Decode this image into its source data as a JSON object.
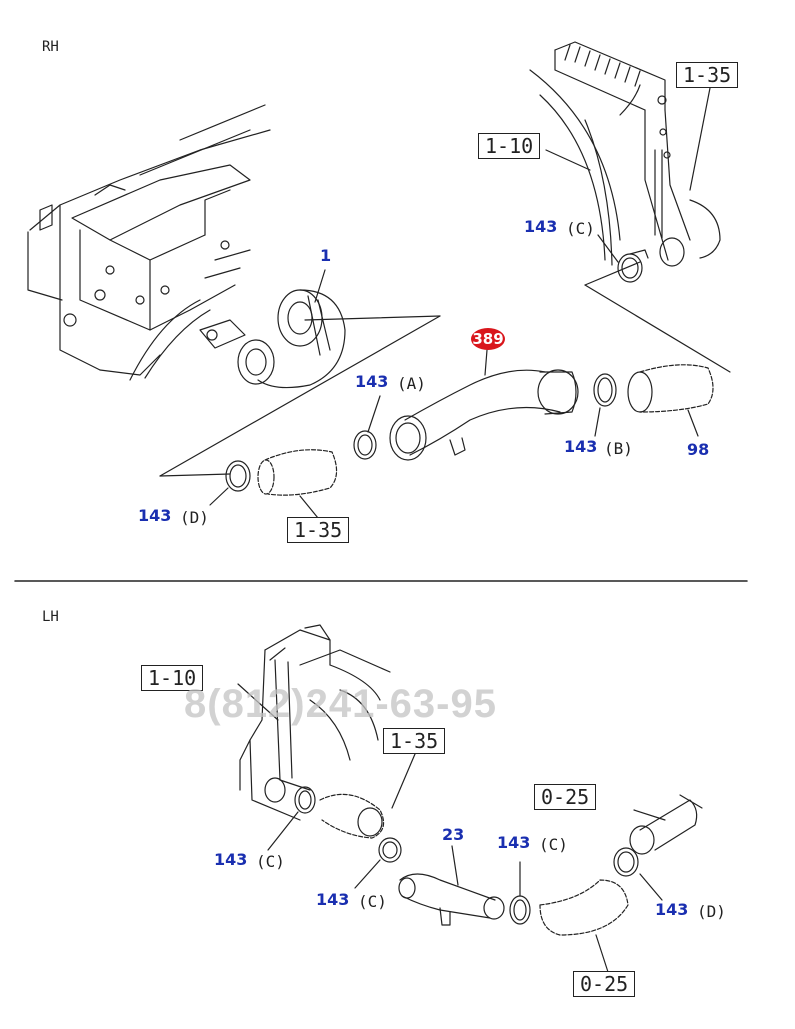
{
  "sections": {
    "top": "RH",
    "bottom": "LH"
  },
  "colors": {
    "callout": "#1a2fb0",
    "highlight": "#d9161c",
    "line": "#222222",
    "watermark": "#c3c3c3"
  },
  "watermark": "8(812)241-63-95",
  "rh": {
    "part_1": "1",
    "part_389": "389",
    "part_98": "98",
    "clamp_a_num": "143",
    "clamp_a_letter": "(A)",
    "clamp_b_num": "143",
    "clamp_b_letter": "(B)",
    "clamp_c_num": "143",
    "clamp_c_letter": "(C)",
    "clamp_d_num": "143",
    "clamp_d_letter": "(D)",
    "ref_1_35_top": "1-35",
    "ref_1_10": "1-10",
    "ref_1_35_bottom": "1-35"
  },
  "lh": {
    "ref_1_10": "1-10",
    "ref_1_35": "1-35",
    "ref_0_25_top": "0-25",
    "ref_0_25_bottom": "0-25",
    "part_23": "23",
    "clamp_c1_num": "143",
    "clamp_c1_letter": "(C)",
    "clamp_c2_num": "143",
    "clamp_c2_letter": "(C)",
    "clamp_c3_num": "143",
    "clamp_c3_letter": "(C)",
    "clamp_d_num": "143",
    "clamp_d_letter": "(D)"
  }
}
